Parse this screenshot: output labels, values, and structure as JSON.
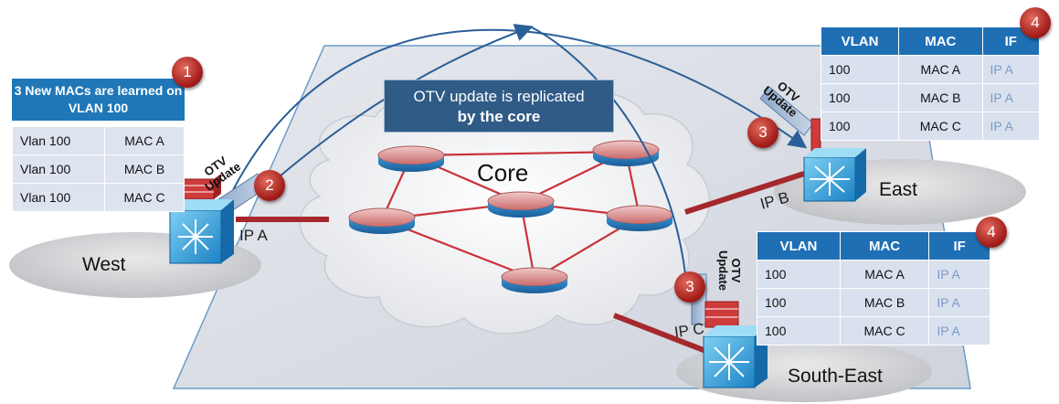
{
  "callout": {
    "line1": "OTV update is replicated",
    "line2": "by the core"
  },
  "core_label": "Core",
  "sites": {
    "west": "West",
    "east": "East",
    "south_east": "South-East"
  },
  "ip_labels": {
    "a": "IP A",
    "b": "IP B",
    "c": "IP C"
  },
  "otv_label": {
    "line1": "OTV",
    "line2": "Update"
  },
  "badges": {
    "b1": "1",
    "b2": "2",
    "b3_east": "3",
    "b3_se": "3",
    "b4_east": "4",
    "b4_se": "4"
  },
  "west_table": {
    "header": "3 New MACs are learned on VLAN 100",
    "rows": [
      [
        "Vlan 100",
        "MAC A"
      ],
      [
        "Vlan 100",
        "MAC B"
      ],
      [
        "Vlan 100",
        "MAC C"
      ]
    ]
  },
  "east_table": {
    "columns": [
      "VLAN",
      "MAC",
      "IF"
    ],
    "rows": [
      [
        "100",
        "MAC A",
        "IP A"
      ],
      [
        "100",
        "MAC B",
        "IP A"
      ],
      [
        "100",
        "MAC C",
        "IP A"
      ]
    ]
  },
  "se_table": {
    "columns": [
      "VLAN",
      "MAC",
      "IF"
    ],
    "rows": [
      [
        "100",
        "MAC A",
        "IP A"
      ],
      [
        "100",
        "MAC B",
        "IP A"
      ],
      [
        "100",
        "MAC C",
        "IP A"
      ]
    ]
  },
  "colors": {
    "accent_blue": "#1f77b8",
    "badge_red": "#a31d1a",
    "link_red": "#a5282c",
    "callout_blue": "#2f5b86"
  }
}
